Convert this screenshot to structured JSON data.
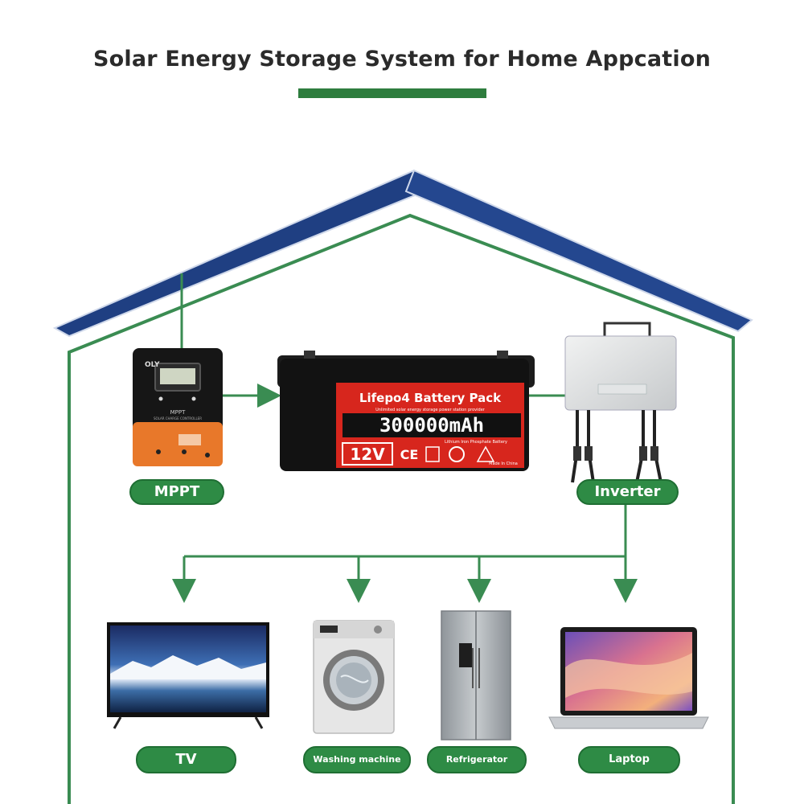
{
  "title": "Solar Energy Storage System for Home Appcation",
  "components": {
    "controller": {
      "label": "MPPT",
      "brand": "OLY",
      "screen_caption": "MPPT",
      "sub_caption": "SOLAR CHARGE CONTROLLER"
    },
    "battery": {
      "headline": "Lifepo4 Battery Pack",
      "tagline": "Unlimited solar energy storage power station provider",
      "capacity": "300000mAh",
      "chemistry": "Lithium Iron Phosphate Battery",
      "voltage": "12V",
      "ce_mark": "CE",
      "origin": "Made In China"
    },
    "inverter": {
      "label": "Inverter"
    }
  },
  "appliances": [
    {
      "label": "TV",
      "icon": "tv-icon"
    },
    {
      "label": "Washing machine",
      "icon": "washing-machine-icon"
    },
    {
      "label": "Refrigerator",
      "icon": "refrigerator-icon"
    },
    {
      "label": "Laptop",
      "icon": "laptop-icon"
    }
  ],
  "colors": {
    "accent_green": "#2e8b45",
    "line_green": "#3a8c52",
    "battery_red": "#d7261d",
    "controller_orange": "#e8782a",
    "panel_blue": "#2a4f9c"
  }
}
